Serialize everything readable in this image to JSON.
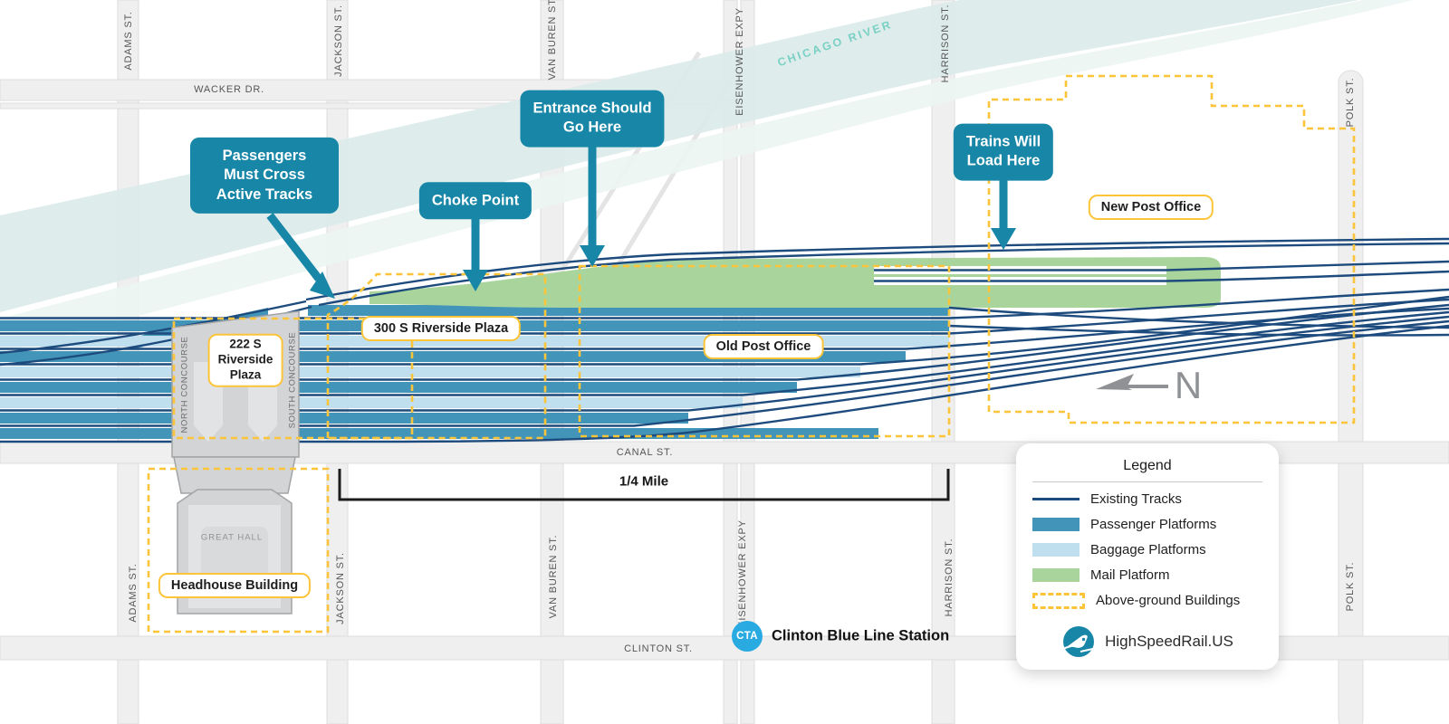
{
  "streets": {
    "wacker": "WACKER DR.",
    "canal": "CANAL ST.",
    "clinton": "CLINTON ST.",
    "adams": "ADAMS ST.",
    "jackson": "JACKSON ST.",
    "van_buren": "VAN BUREN ST.",
    "eisenhower": "EISENHOWER EXPY",
    "harrison": "HARRISON ST.",
    "polk": "POLK ST."
  },
  "river_label": "CHICAGO RIVER",
  "callouts": {
    "passengers": "Passengers\nMust Cross\nActive Tracks",
    "choke": "Choke Point",
    "entrance": "Entrance Should\nGo Here",
    "trains": "Trains Will\nLoad Here"
  },
  "buildings": {
    "riverside300": "300 S Riverside Plaza",
    "riverside222": "222 S\nRiverside\nPlaza",
    "old_post_office": "Old Post Office",
    "new_post_office": "New Post Office",
    "headhouse": "Headhouse Building",
    "great_hall": "GREAT HALL",
    "north_concourse": "NORTH CONCOURSE",
    "south_concourse": "SOUTH CONCOURSE"
  },
  "scale_bar": {
    "label": "1/4 Mile"
  },
  "north_label": "N",
  "transit": {
    "badge": "CTA",
    "station": "Clinton Blue Line Station"
  },
  "legend": {
    "title": "Legend",
    "items": [
      {
        "label": "Existing Tracks",
        "swatch": "tracks"
      },
      {
        "label": "Passenger Platforms",
        "swatch": "passenger"
      },
      {
        "label": "Baggage Platforms",
        "swatch": "baggage"
      },
      {
        "label": "Mail Platform",
        "swatch": "mail"
      },
      {
        "label": "Above-ground Buildings",
        "swatch": "buildings"
      }
    ],
    "brand": "HighSpeedRail.US"
  },
  "colors": {
    "track_navy": "#1d4b7d",
    "passenger_teal": "#4295b8",
    "baggage_blue": "#c0dfee",
    "mail_green": "#a9d59d",
    "building_dash_yellow": "#fcc438",
    "callout_teal": "#1886a7",
    "river_teal": "#dcecea",
    "river_light": "#edf6f4",
    "river_text": "#79d0c4",
    "street_gray": "#efefef",
    "street_edge": "#dedede",
    "building_gray": "#d2d4d6",
    "building_inner": "#e2e3e5",
    "cta_blue": "#29abe2",
    "street_label": "#565656",
    "north_gray": "#8f9194"
  }
}
